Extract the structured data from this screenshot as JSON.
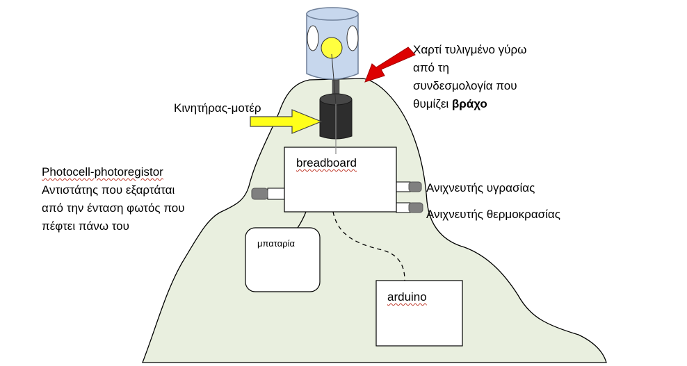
{
  "colors": {
    "hill_fill": "#e9efdf",
    "outline": "#000000",
    "cylinder_fill": "#c7d7ed",
    "cylinder_stroke": "#6e7f98",
    "lamp": "#ffff3f",
    "motor": "#2d2d2d",
    "red_arrow": "#dd0000",
    "yellow_arrow": "#ffff1a",
    "connector": "#808080",
    "spellcheck": "#c0392b"
  },
  "labels": {
    "paper": {
      "line1": "Χαρτί τυλιγμένο γύρω",
      "line2": "από τη",
      "line3": "συνδεσμολογία  που",
      "line4_prefix": "θυμίζει ",
      "line4_bold": "βράχο"
    },
    "motor": "Κινητήρας-μοτέρ",
    "photocell": {
      "line1": "Photocell-photoregistor",
      "line2": "Αντιστάτης που εξαρτάται",
      "line3": "από την ένταση φωτός που",
      "line4": "πέφτει πάνω του"
    },
    "humidity": "Ανιχνευτής υγρασίας",
    "temperature": "Ανιχνευτής θερμοκρασίας"
  },
  "boxes": {
    "breadboard": "breadboard",
    "battery": "μπαταρία",
    "arduino": "arduino"
  },
  "icons": {
    "lamp": "lamp-icon",
    "motor": "motor-icon",
    "red_arrow": "arrow-icon",
    "yellow_arrow": "arrow-icon"
  }
}
